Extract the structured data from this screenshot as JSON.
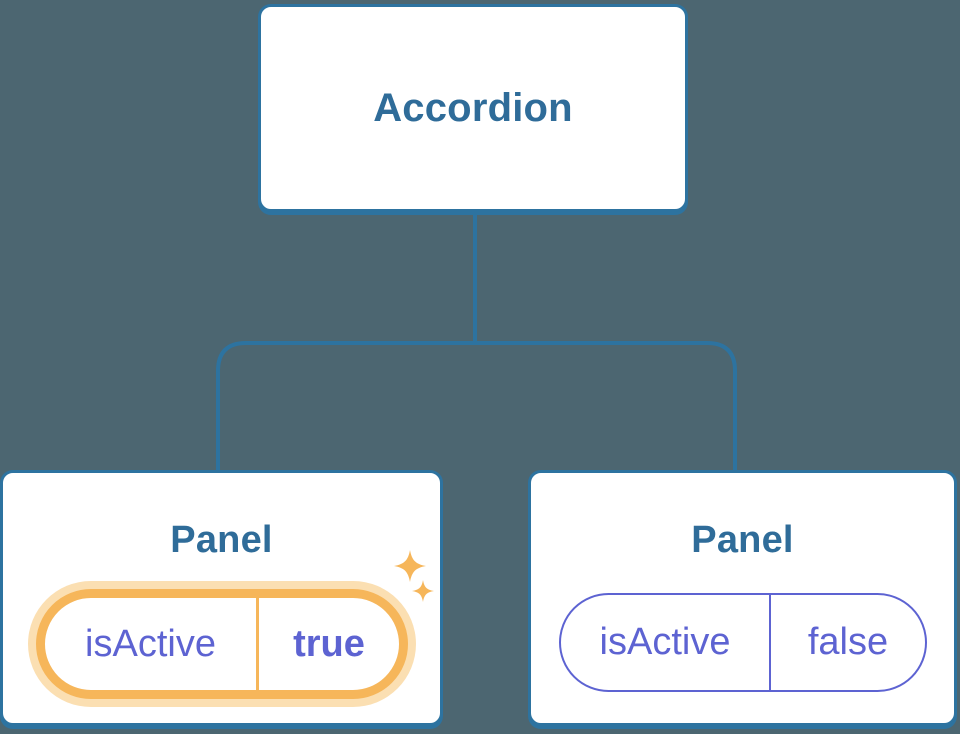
{
  "tree": {
    "root": {
      "label": "Accordion"
    },
    "children": [
      {
        "title": "Panel",
        "state": {
          "key": "isActive",
          "value": "true"
        },
        "highlighted": true
      },
      {
        "title": "Panel",
        "state": {
          "key": "isActive",
          "value": "false"
        },
        "highlighted": false
      }
    ]
  },
  "icons": {
    "highlight_sparkle": "two four-point stars"
  },
  "colors": {
    "background": "#4C6671",
    "connector": "#2D73A0",
    "card_border": "#2D73A0",
    "card_background": "#FFFFFF",
    "heading_text": "#2F6C99",
    "state_text": "#5D63D2",
    "highlight": "#F6B65A",
    "highlight_glow": "#FBDFB2"
  }
}
